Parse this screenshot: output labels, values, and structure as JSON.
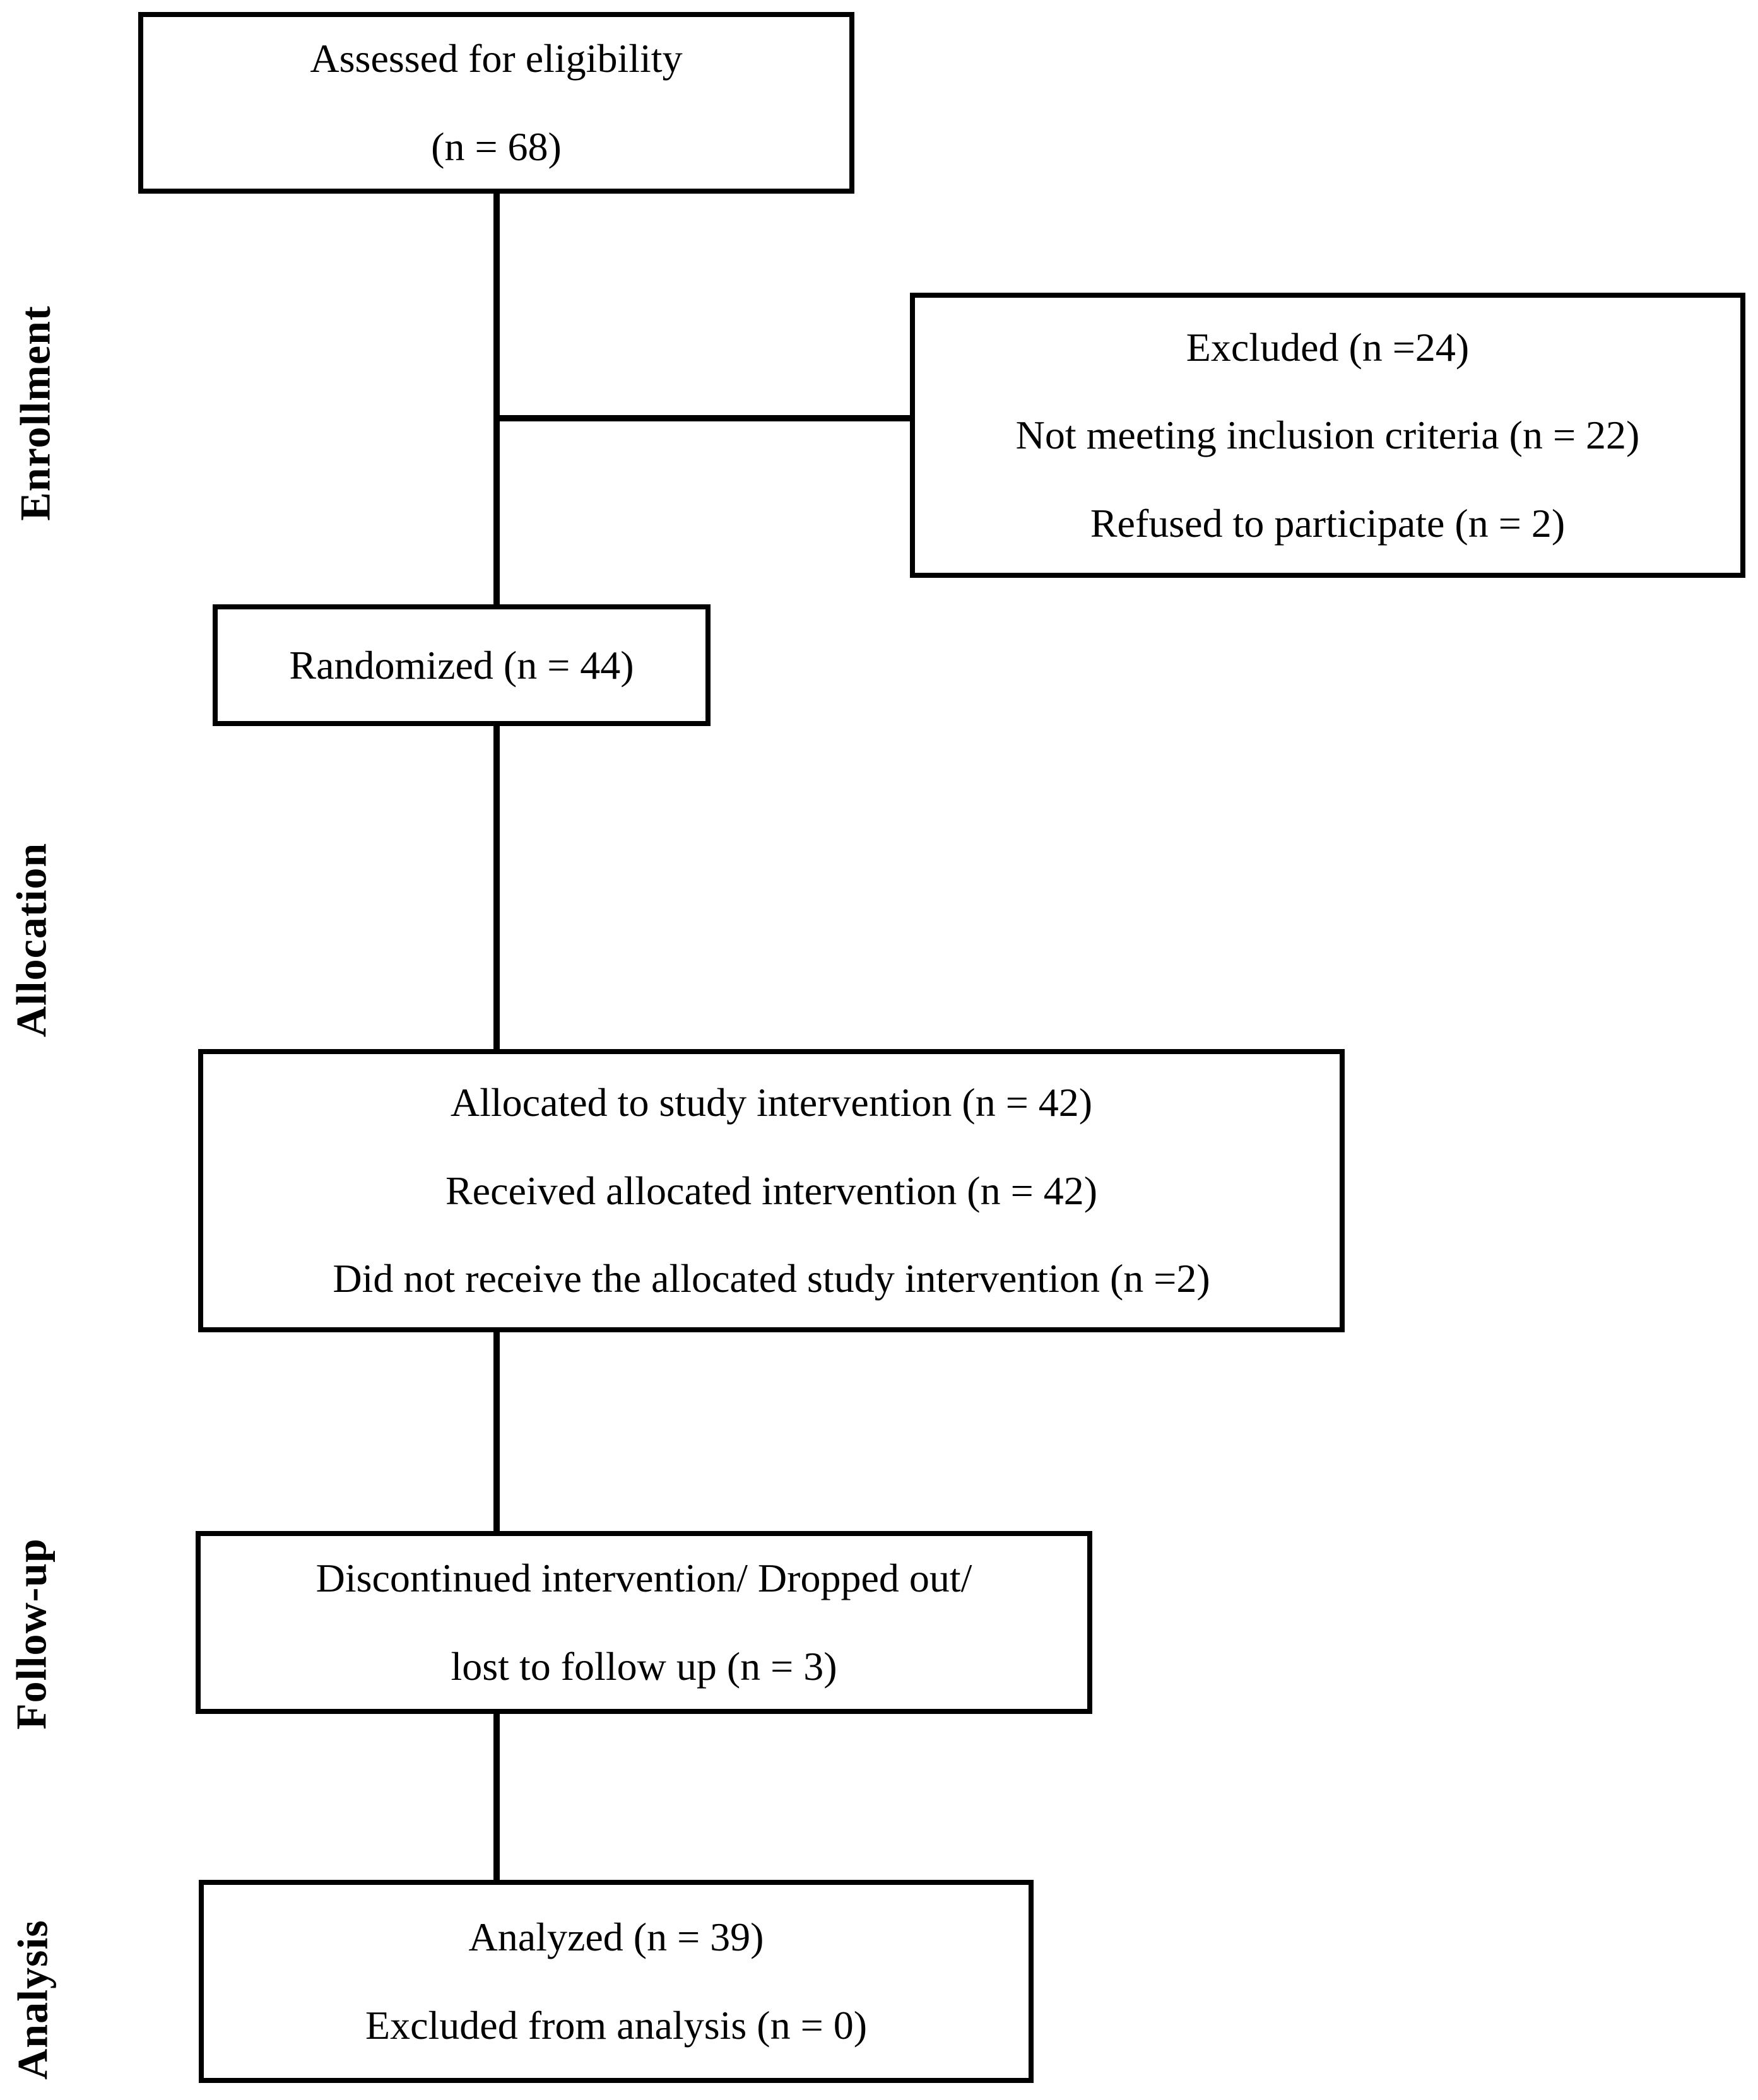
{
  "colors": {
    "ink": "#000000",
    "background": "#ffffff"
  },
  "flowchart": {
    "stage_labels": [
      {
        "id": "enrollment",
        "text": "Enrollment"
      },
      {
        "id": "allocation",
        "text": "Allocation"
      },
      {
        "id": "followup",
        "text": "Follow-up"
      },
      {
        "id": "analysis",
        "text": "Analysis"
      }
    ],
    "boxes": [
      {
        "id": "assessed",
        "lines": [
          "Assessed for eligibility",
          "(n = 68)"
        ]
      },
      {
        "id": "excluded",
        "lines": [
          "Excluded (n =24)",
          "Not meeting inclusion criteria (n = 22)",
          "Refused to participate (n = 2)"
        ]
      },
      {
        "id": "randomized",
        "lines": [
          "Randomized (n = 44)"
        ]
      },
      {
        "id": "allocated",
        "lines": [
          "Allocated to study intervention (n = 42)",
          "Received allocated intervention (n = 42)",
          "Did not receive the allocated study intervention (n =2)"
        ]
      },
      {
        "id": "followup",
        "lines": [
          "Discontinued intervention/ Dropped out/",
          "lost to follow up (n = 3)"
        ]
      },
      {
        "id": "analyzed",
        "lines": [
          "Analyzed (n = 39)",
          "Excluded from analysis (n = 0)"
        ]
      }
    ]
  }
}
